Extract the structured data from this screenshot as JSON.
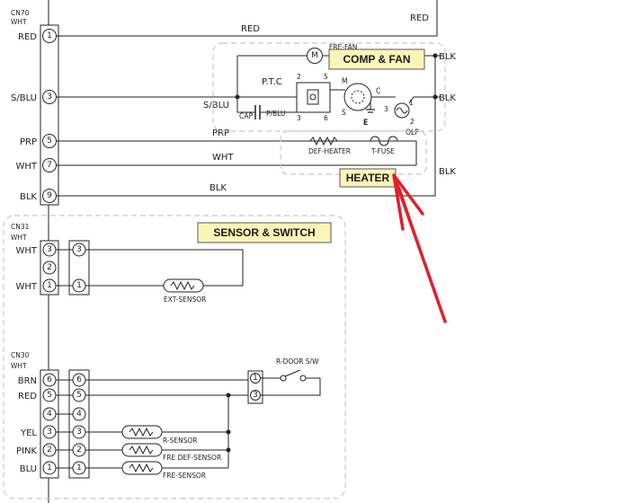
{
  "connectors": {
    "cn70": {
      "name": "CN70",
      "color": "WHT"
    },
    "cn31": {
      "name": "CN31",
      "color": "WHT"
    },
    "cn30": {
      "name": "CN30",
      "color": "WHT"
    }
  },
  "cn70_pins": [
    {
      "pin": "1",
      "wire": "RED",
      "line_label": "RED"
    },
    {
      "pin": "3",
      "wire": "S/BLU",
      "line_label": "S/BLU"
    },
    {
      "pin": "5",
      "wire": "PRP",
      "line_label": "PRP"
    },
    {
      "pin": "7",
      "wire": "WHT",
      "line_label": "WHT"
    },
    {
      "pin": "9",
      "wire": "BLK",
      "line_label": "BLK"
    }
  ],
  "cn31_pins": [
    {
      "pin": "3",
      "wire": "WHT",
      "mate": "3"
    },
    {
      "pin": "2",
      "wire": "",
      "mate": ""
    },
    {
      "pin": "1",
      "wire": "WHT",
      "mate": "1"
    }
  ],
  "cn30_pins": [
    {
      "pin": "6",
      "wire": "BRN",
      "mate": "6"
    },
    {
      "pin": "5",
      "wire": "RED",
      "mate": "5"
    },
    {
      "pin": "4",
      "wire": "",
      "mate": "4"
    },
    {
      "pin": "3",
      "wire": "YEL",
      "mate": "3"
    },
    {
      "pin": "2",
      "wire": "PINK",
      "mate": "2"
    },
    {
      "pin": "1",
      "wire": "BLU",
      "mate": "1"
    }
  ],
  "groups": {
    "comp_fan": "COMP & FAN",
    "heater": "HEATER",
    "sensor_switch": "SENSOR & SWITCH"
  },
  "components": {
    "fre_fan": "FRE-FAN",
    "fan_motor_symbol": "M",
    "ptc": "P.T.C",
    "ptc_pins": [
      "2",
      "5",
      "3",
      "6"
    ],
    "cap": "CAP",
    "cap_wire": "P/BLU",
    "comp_motor": "M",
    "comp_terminals": [
      "C",
      "S"
    ],
    "ground": "E",
    "olp": "OLP",
    "olp_pins": [
      "1",
      "2",
      "3"
    ],
    "def_heater": "DEF-HEATER",
    "t_fuse": "T-FUSE",
    "ext_sensor": "EXT-SENSOR",
    "r_door_sw": "R-DOOR S/W",
    "r_door_pins": [
      "1",
      "3"
    ],
    "r_sensor": "R-SENSOR",
    "fre_def_sensor": "FRE DEF-SENSOR",
    "fre_sensor": "FRE-SENSOR"
  },
  "right_side_labels": {
    "red": "RED",
    "blk_fan": "BLK",
    "blk_comp": "BLK",
    "blk_bottom": "BLK"
  },
  "colors": {
    "label_fill": "#fdf5b8",
    "annotation_arrow": "#e0202a",
    "dashed_frame": "#c8c8c8"
  }
}
